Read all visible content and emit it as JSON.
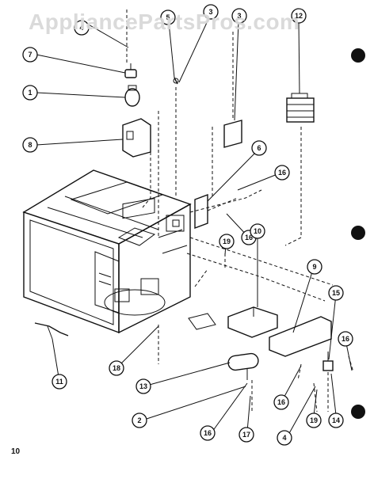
{
  "watermark": "AppliancePartsPros.com",
  "page_number": "10",
  "callouts": [
    "1",
    "2",
    "3",
    "3",
    "4",
    "5",
    "6",
    "7",
    "8",
    "9",
    "10",
    "11",
    "12",
    "13",
    "14",
    "15",
    "16",
    "16",
    "16",
    "16",
    "16",
    "16",
    "17",
    "18",
    "19",
    "19"
  ]
}
